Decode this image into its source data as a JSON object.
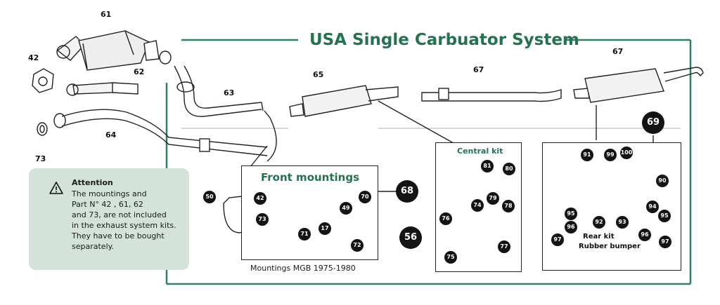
{
  "title": "USA Single Carbuator System",
  "part_numbers": {
    "p61": "61",
    "p42": "42",
    "p62": "62",
    "p63": "63",
    "p64": "64",
    "p73": "73",
    "p65": "65",
    "p67a": "67",
    "p67b": "67",
    "p69": "69"
  },
  "front_mountings": {
    "title": "Front mountings",
    "badge": "68",
    "caption": "Mountings MGB 1975-1980",
    "labels": {
      "l50": "50",
      "l42": "42",
      "l73": "73",
      "l70": "70",
      "l49": "49",
      "l17": "17",
      "l71": "71",
      "l72": "72"
    }
  },
  "central_kit": {
    "title": "Central kit",
    "badge": "56",
    "labels": {
      "l81": "81",
      "l80": "80",
      "l79": "79",
      "l78": "78",
      "l74": "74",
      "l76": "76",
      "l75": "75",
      "l77": "77"
    }
  },
  "rear_kit": {
    "title_line1": "Rear kit",
    "title_line2": "Rubber bumper",
    "labels": {
      "l91": "91",
      "l99": "99",
      "l100": "100",
      "l90": "90",
      "l95a": "95",
      "l96a": "96",
      "l97a": "97",
      "l92": "92",
      "l93": "93",
      "l94": "94",
      "l95b": "95",
      "l96b": "96",
      "l97b": "97"
    }
  },
  "attention": {
    "heading": "Attention",
    "lines": [
      "The mountings and",
      "Part N° 42 , 61, 62",
      "and 73, are not included",
      "in the exhaust system kits.",
      "They have to be bought",
      "separately."
    ]
  },
  "colors": {
    "accent": "#23734f",
    "frame": "#2e8060",
    "note_bg": "#d3e3d9"
  },
  "icons": {
    "attention": "warning-triangle-icon"
  }
}
